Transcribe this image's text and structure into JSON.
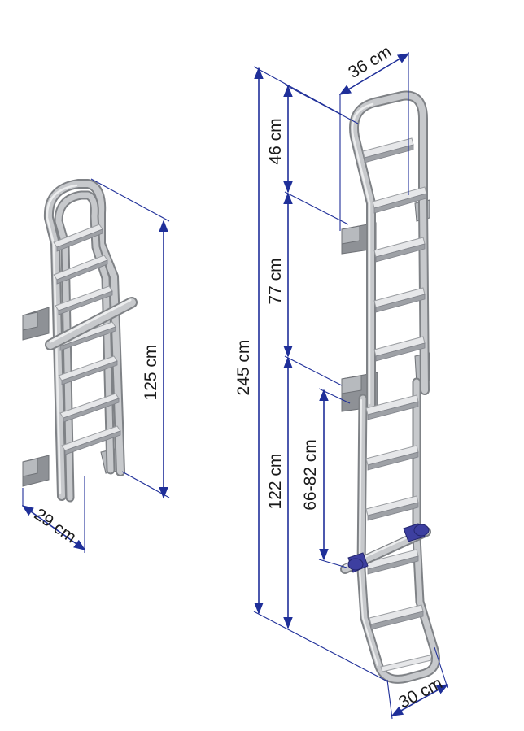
{
  "dimensions": {
    "small_height": "125 cm",
    "small_width": "29 cm",
    "large_total_height": "245 cm",
    "large_top_width": "36 cm",
    "large_top_section": "46 cm",
    "large_middle_section": "77 cm",
    "large_lower_section": "122 cm",
    "large_adjustable_range": "66-82 cm",
    "large_bottom_width": "30 cm"
  },
  "colors": {
    "dimension_lines": "#1f2f99",
    "ladder_aluminium": "#a9acb0",
    "clamp_blue": "#3d3fa0"
  },
  "ladders": {
    "small": {
      "step_count": 7
    },
    "large": {
      "step_count": 11
    }
  }
}
